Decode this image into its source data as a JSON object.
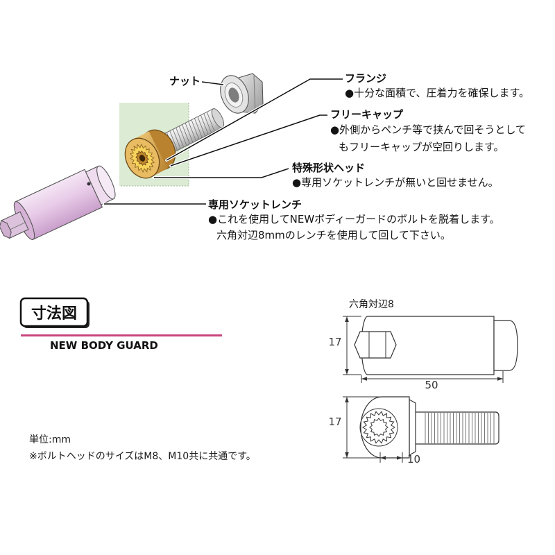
{
  "callouts": {
    "nut": "ナット",
    "flange": {
      "title": "フランジ",
      "lines": [
        "●十分な面積で、圧着力を確保します。"
      ]
    },
    "free_cap": {
      "title": "フリーキャップ",
      "lines": [
        "●外側からペンチ等で挟んで回そうとして",
        "もフリーキャップが空回りします。"
      ]
    },
    "special_head": {
      "title": "特殊形状ヘッド",
      "lines": [
        "●専用ソケットレンチが無いと回せません。"
      ]
    },
    "socket_wrench": {
      "title": "専用ソケットレンチ",
      "lines": [
        "●これを使用してNEWボディーガードのボルトを脱着します。",
        "六角対辺8mmのレンチを使用して回して下さい。"
      ]
    }
  },
  "dimensions": {
    "heading": "寸法図",
    "product_name": "NEW BODY GUARD",
    "socket": {
      "hex_label": "六角対辺8",
      "diameter": "17",
      "length": "50"
    },
    "bolt": {
      "head_diameter": "17",
      "head_length": "10"
    },
    "unit_note": "単位:mm",
    "footnote": "※ボルトヘッドのサイズはM8、M10共に共通です。"
  },
  "colors": {
    "accent_rule": "#c8457e",
    "highlight_area": "#dcebd3"
  }
}
